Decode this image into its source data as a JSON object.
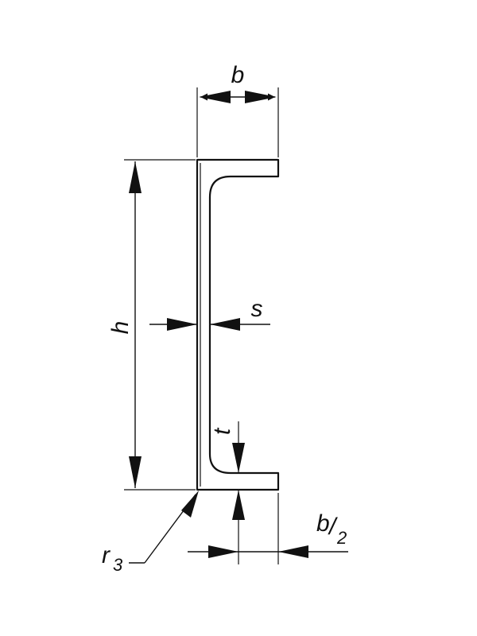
{
  "labels": {
    "b": "b",
    "h": "h",
    "s": "s",
    "t": "t",
    "b_half_num": "b",
    "b_half_slash": "/",
    "b_half_den": "2",
    "r3_main": "r",
    "r3_sub": "3"
  },
  "colors": {
    "ink": "#111111",
    "background": "#ffffff"
  }
}
